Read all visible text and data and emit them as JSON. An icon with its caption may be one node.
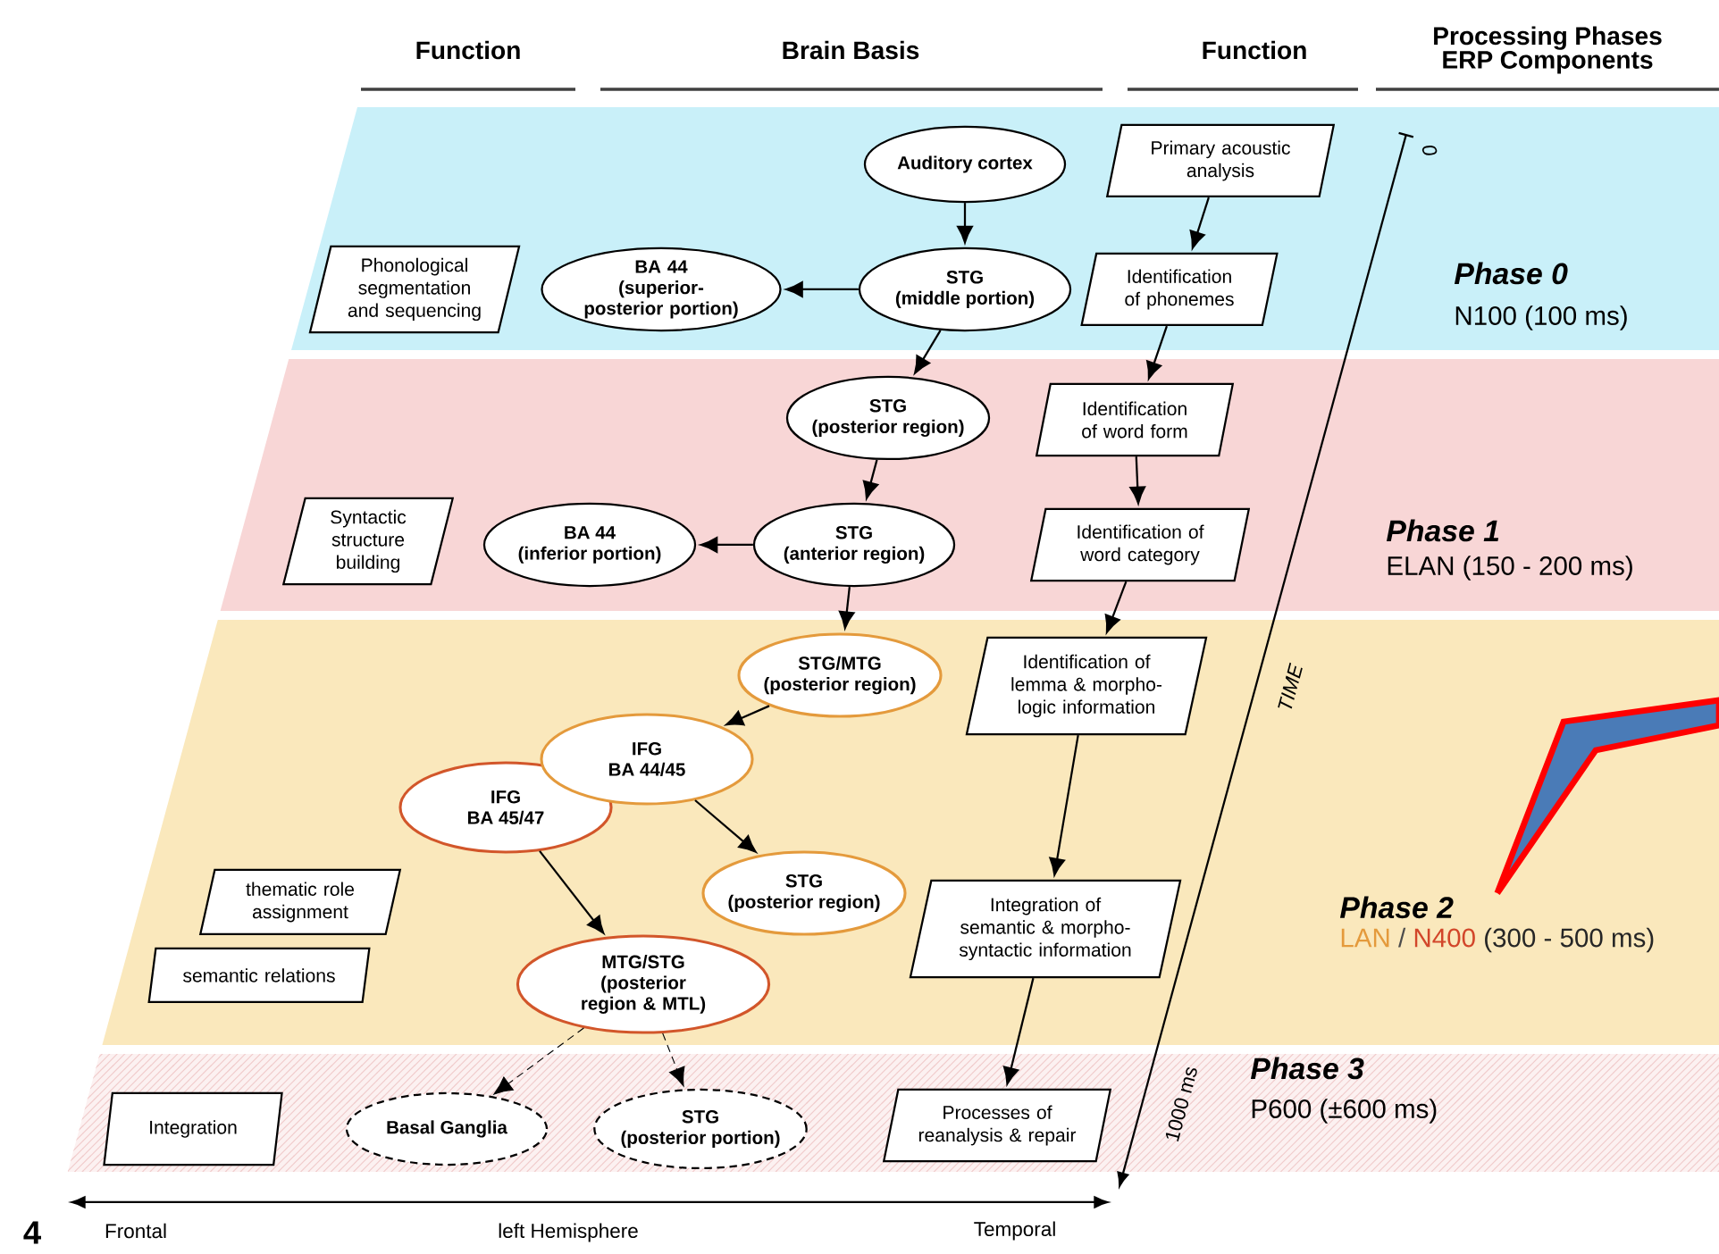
{
  "diagram": {
    "nodes": [
      {
        "text": [
          "Auditory cortex"
        ]
      },
      {
        "text": [
          "Primary acoustic analysis"
        ]
      },
      {
        "text": [
          "Phonological segmentation and sequencing"
        ]
      },
      {
        "text": [
          "BA 44",
          "(superior-posterior portion)"
        ]
      },
      {
        "text": [
          "STG",
          "(middle portion)"
        ]
      },
      {
        "text": [
          "Identification of phonemes"
        ]
      },
      {
        "text": [
          "STG",
          "(posterior region)"
        ]
      },
      {
        "text": [
          "Identification of word form"
        ]
      },
      {
        "text": [
          "Syntactic structure building"
        ]
      },
      {
        "text": [
          "BA 44",
          "(inferior portion)"
        ]
      },
      {
        "text": [
          "STG",
          "(anterior region)"
        ]
      },
      {
        "text": [
          "Identification of word category"
        ]
      },
      {
        "text": [
          "STG/MTG",
          "(posterior region)"
        ]
      },
      {
        "text": [
          "Identification of lemma & morpho-logic information"
        ]
      },
      {
        "text": [
          "IFG",
          "BA 44/45"
        ]
      },
      {
        "text": [
          "IFG",
          "BA 45/47"
        ]
      },
      {
        "text": [
          "thematic role assignment"
        ]
      },
      {
        "text": [
          "semantic relations"
        ]
      },
      {
        "text": [
          "STG",
          "(posterior region)"
        ]
      },
      {
        "text": [
          "Integration of semantic & morpho-syntactic information"
        ]
      },
      {
        "text": [
          "MTG/STG",
          "(posterior region & MTL)"
        ]
      },
      {
        "text": [
          "Integration"
        ]
      },
      {
        "text": [
          "Basal Ganglia"
        ]
      },
      {
        "text": [
          "STG",
          "(posterior portion)"
        ]
      },
      {
        "text": [
          "Processes of reanalysis & repair"
        ]
      },
      {
        "text": [
          "Phase 2",
          "LAN",
          "/",
          "N400",
          "(300 - 500 ms)"
        ]
      }
    ],
    "edges": [
      {
        "from": 0,
        "to": 4,
        "arrow": "to"
      },
      {
        "from": 1,
        "to": 5,
        "arrow": "to"
      },
      {
        "from": 4,
        "to": 3,
        "arrow": "to"
      },
      {
        "from": 4,
        "to": 6,
        "arrow": "to"
      },
      {
        "from": 5,
        "to": 7,
        "arrow": "to"
      },
      {
        "from": 6,
        "to": 10,
        "arrow": "to"
      },
      {
        "from": 7,
        "to": 11,
        "arrow": "to"
      },
      {
        "from": 10,
        "to": 9,
        "arrow": "to"
      },
      {
        "from": 10,
        "to": 12,
        "arrow": "to"
      },
      {
        "from": 11,
        "to": 13,
        "arrow": "to"
      },
      {
        "from": 12,
        "to": 14,
        "arrow": "to"
      },
      {
        "from": 14,
        "to": 18,
        "arrow": "to"
      },
      {
        "from": 15,
        "to": 20,
        "arrow": "to"
      },
      {
        "from": 13,
        "to": 19,
        "arrow": "to"
      },
      {
        "from": 19,
        "to": 24,
        "arrow": "to"
      },
      {
        "from": 20,
        "to": 22,
        "arrow": "to",
        "style": "dashed"
      },
      {
        "from": 20,
        "to": 23,
        "arrow": "to",
        "style": "dashed"
      },
      {
        "from": null,
        "to": 25,
        "arrow": "to",
        "style": "thick",
        "color": "#ff0000"
      }
    ],
    "labels": [
      "Function",
      "Brain Basis",
      "Function",
      "Processing Phases ERP Components",
      "0",
      "Phase 0",
      "N100 (100 ms)",
      "Phase 1",
      "ELAN (150 - 200 ms)",
      "TIME",
      "1000 ms",
      "Phase 3",
      "P600 (±600 ms)",
      "4",
      "Frontal",
      "left Hemisphere",
      "Temporal"
    ]
  }
}
